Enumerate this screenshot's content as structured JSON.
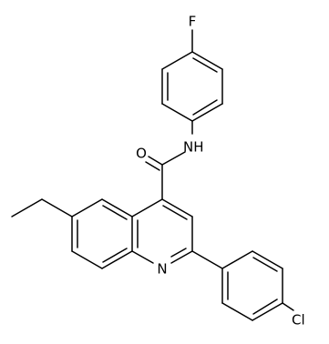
{
  "atoms": {
    "fluorine": "F",
    "amide_nitrogen": "NH",
    "carbonyl_oxygen": "O",
    "ring_nitrogen": "N",
    "chlorine": "Cl"
  },
  "colors": {
    "bond": "#000000",
    "label": "#000000",
    "background": "#ffffff"
  }
}
